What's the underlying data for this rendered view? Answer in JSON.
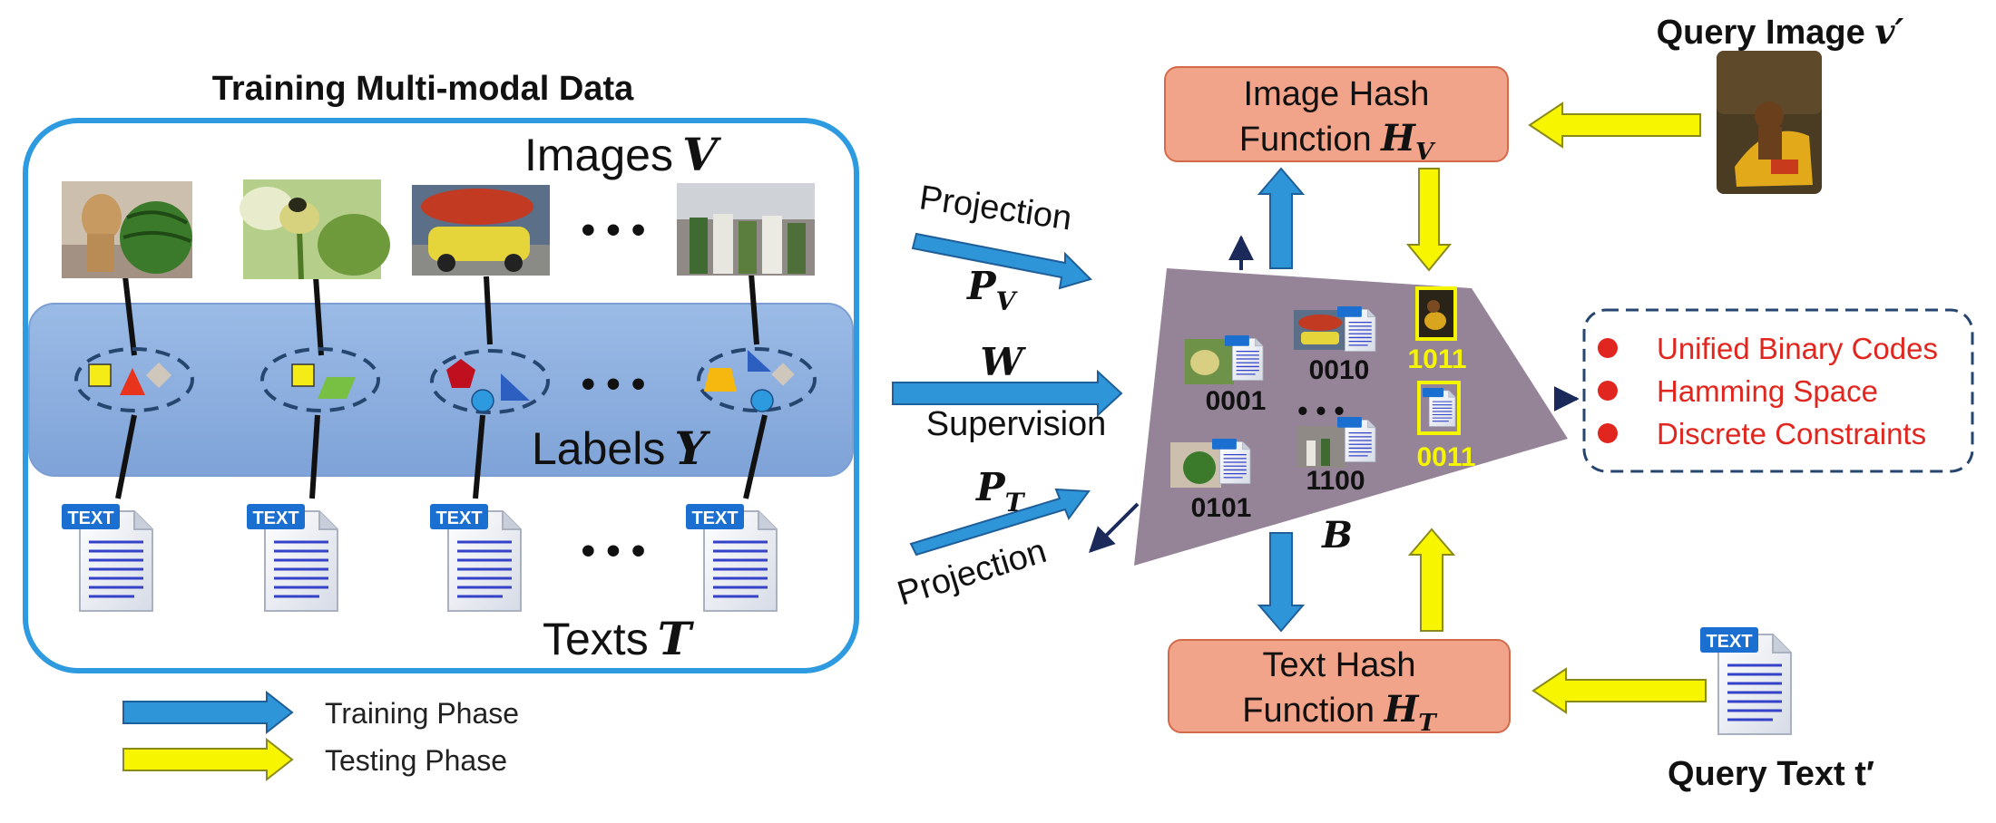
{
  "training": {
    "title": "Training Multi-modal Data",
    "images_label": "Images",
    "images_symbol": "V",
    "labels_label": "Labels",
    "labels_symbol": "Y",
    "texts_label": "Texts",
    "texts_symbol": "T",
    "ellipsis": "• • •",
    "doc_tag": "TEXT"
  },
  "legend": {
    "training": "Training Phase",
    "testing": "Testing Phase"
  },
  "arrows": {
    "projection_v": "Projection",
    "pv_main": "P",
    "pv_sub": "V",
    "w": "W",
    "supervision": "Supervision",
    "pt_main": "P",
    "pt_sub": "T",
    "projection_t": "Projection"
  },
  "hash": {
    "image_line1": "Image Hash",
    "image_line2_text": "Function ",
    "image_symbol": "H",
    "image_sub": "V",
    "text_line1": "Text Hash",
    "text_line2_text": "Function ",
    "text_symbol": "H",
    "text_sub": "T"
  },
  "codes": {
    "c0001": "0001",
    "c0010": "0010",
    "c0101": "0101",
    "c1100": "1100",
    "c1011": "1011",
    "c0011": "0011",
    "dots": "• • •",
    "b": "B"
  },
  "properties": [
    "Unified Binary Codes",
    "Hamming Space",
    "Discrete Constraints"
  ],
  "query": {
    "image_label": "Query Image ",
    "image_symbol": "v′",
    "text_label": "Query Text t′"
  },
  "colors": {
    "training_arrow": "#2e95d9",
    "testing_arrow": "#f7f500",
    "hash_box": "#f2a48a",
    "band": "#8fb0e0",
    "quad": "#958397",
    "property_text": "#e0261e",
    "code_yellow": "#f5f500"
  }
}
